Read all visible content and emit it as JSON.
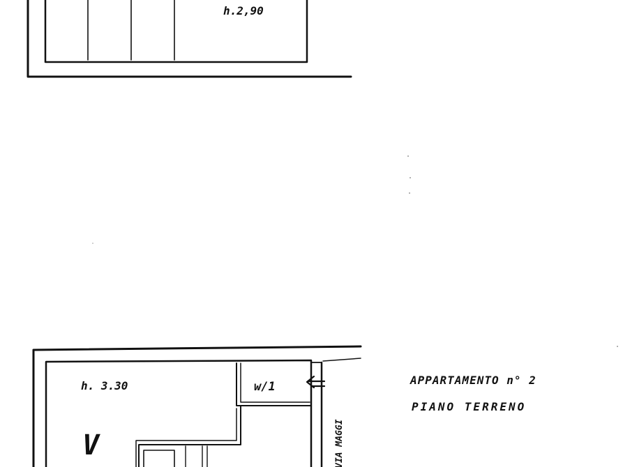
{
  "upper_plan": {
    "height_label": "h.2,90"
  },
  "lower_plan": {
    "height_label": "h. 3.30",
    "wc_label": "w/1",
    "street_label": "VIA MAGGI",
    "check_mark": "V"
  },
  "title_block": {
    "line1": "APPARTAMENTO n° 2",
    "line2": "PIANO TERRENO"
  }
}
